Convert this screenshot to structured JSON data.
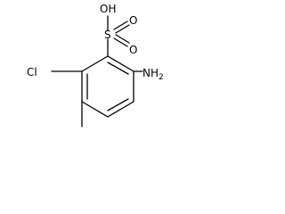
{
  "molecule": {
    "labels": {
      "hydroxyl": "OH",
      "sulfur": "S",
      "oxygen_top": "O",
      "oxygen_bottom": "O",
      "chlorine": "Cl",
      "amino_main": "NH",
      "amino_subscript": "2"
    },
    "colors": {
      "bond": "#000000",
      "label": "#000000",
      "background": "#ffffff"
    }
  }
}
